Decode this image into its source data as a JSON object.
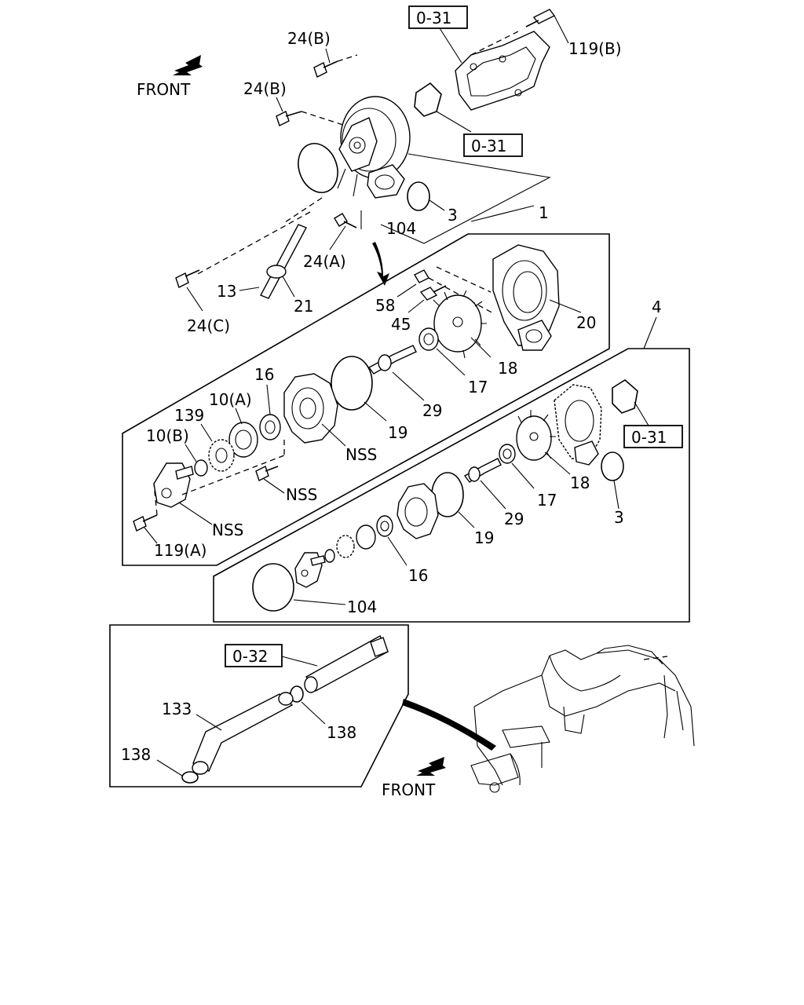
{
  "labels": {
    "ref_031_top": "0-31",
    "ref_031_mid": "0-31",
    "ref_031_right": "0-31",
    "ref_032": "0-32",
    "front_top": "FRONT",
    "front_bottom": "FRONT",
    "p119b": "119(B)",
    "p24b_top": "24(B)",
    "p24b_mid": "24(B)",
    "p1": "1",
    "p3_top": "3",
    "p104_top": "104",
    "p24a": "24(A)",
    "p13": "13",
    "p21": "21",
    "p24c": "24(C)",
    "p58": "58",
    "p45": "45",
    "p20": "20",
    "p18_upper": "18",
    "p17_upper": "17",
    "p29_upper": "29",
    "p19_upper": "19",
    "p16_upper": "16",
    "p10a": "10(A)",
    "p139": "139",
    "p10b": "10(B)",
    "nss1": "NSS",
    "nss2": "NSS",
    "nss3": "NSS",
    "p119a": "119(A)",
    "p4": "4",
    "p18_lower": "18",
    "p17_lower": "17",
    "p29_lower": "29",
    "p19_lower": "19",
    "p3_lower": "3",
    "p16_lower": "16",
    "p104_lower": "104",
    "p133": "133",
    "p138_a": "138",
    "p138_b": "138"
  }
}
